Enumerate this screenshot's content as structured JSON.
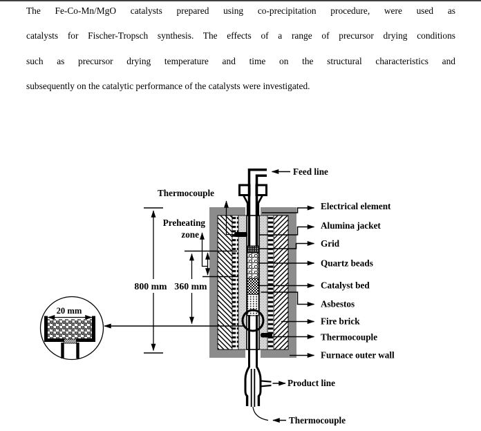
{
  "page": {
    "paragraph_lines": [
      "The Fe-Co-Mn/MgO catalysts prepared using co-precipitation procedure, were used as",
      "catalysts for Fischer-Tropsch synthesis. The effects of a range of precursor drying conditions",
      "such as precursor drying temperature and time on the structural characteristics and",
      "subsequently on the catalytic performance of the catalysts were investigated."
    ]
  },
  "figure": {
    "top_labels": {
      "feed_line": "Feed line",
      "thermocouple": "Thermocouple",
      "preheating_line1": "Preheating",
      "preheating_line2": "zone"
    },
    "dimensions": {
      "furnace_height": "800 mm",
      "preheat_span": "360 mm",
      "bed_diameter": "20 mm"
    },
    "right_labels": [
      "Electrical element",
      "Alumina jacket",
      "Grid",
      "Quartz beads",
      "Catalyst bed",
      "Asbestos",
      "Fire brick",
      "Thermocouple",
      "Furnace outer wall"
    ],
    "bottom_labels": {
      "product_line": "Product line",
      "thermocouple": "Thermocouple"
    },
    "colors": {
      "wall_gray": "#8c8c8c",
      "ink": "#000000"
    }
  }
}
